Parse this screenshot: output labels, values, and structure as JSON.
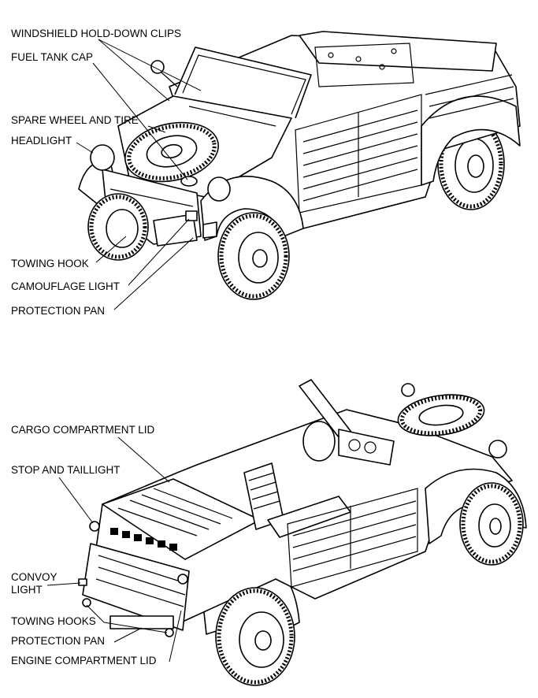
{
  "top_view": {
    "labels": [
      "WINDSHIELD HOLD-DOWN CLIPS",
      "FUEL TANK CAP",
      "SPARE WHEEL AND TIRE",
      "HEADLIGHT",
      "TOWING HOOK",
      "CAMOUFLAGE LIGHT",
      "PROTECTION PAN"
    ]
  },
  "bottom_view": {
    "labels": [
      "CARGO COMPARTMENT LID",
      "STOP AND TAILLIGHT",
      "CONVOY",
      "LIGHT",
      "TOWING HOOKS",
      "PROTECTION PAN",
      "ENGINE COMPARTMENT LID"
    ]
  }
}
